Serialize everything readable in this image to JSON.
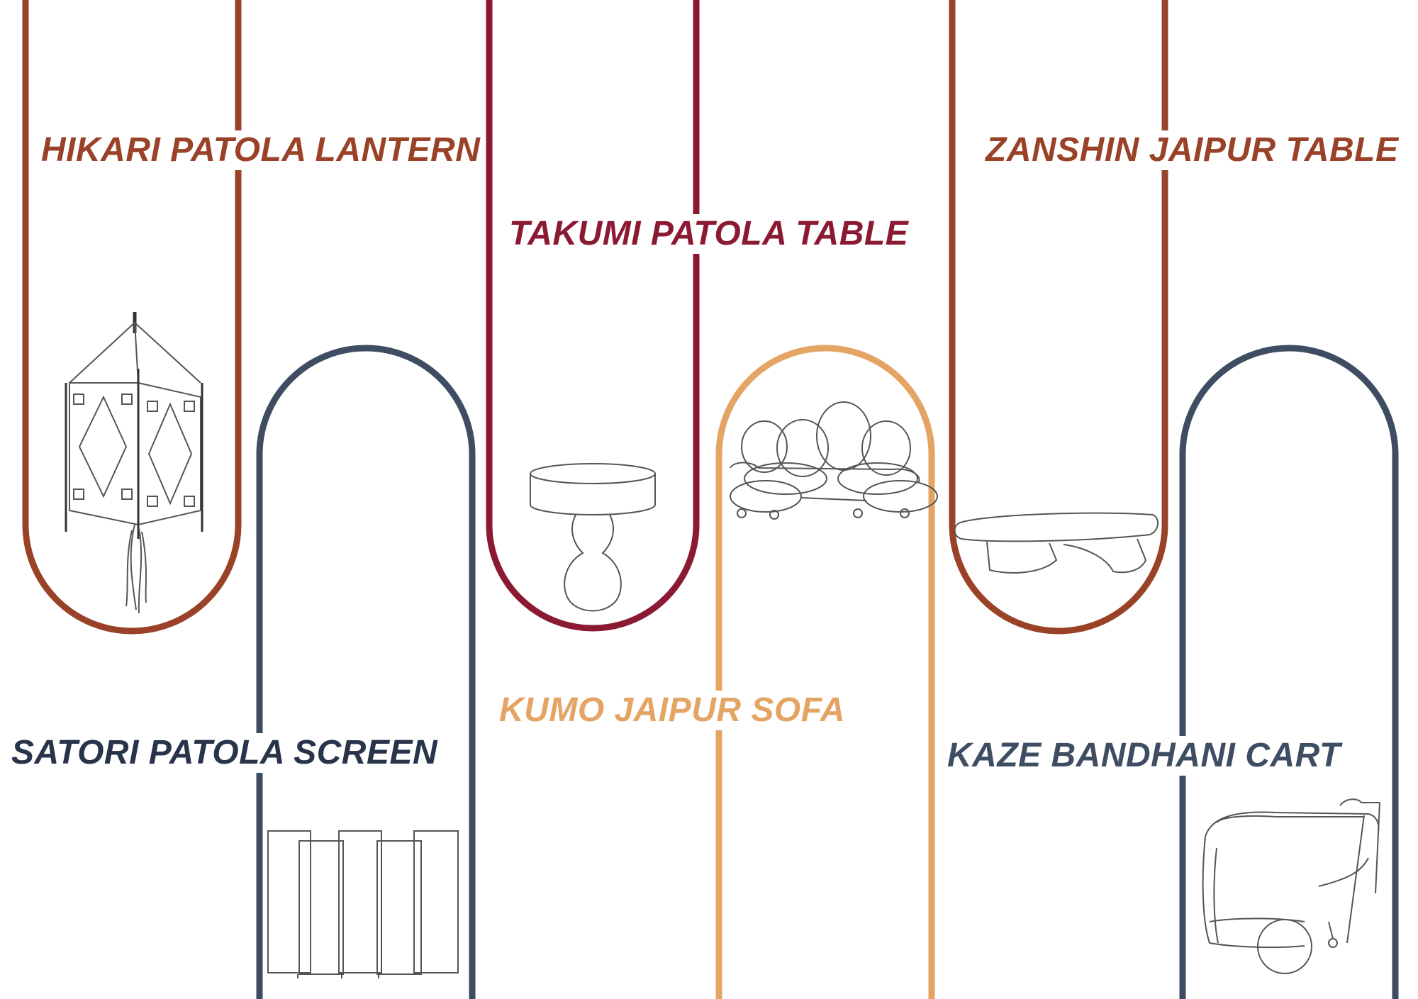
{
  "colors": {
    "rust": "#9a4228",
    "crimson": "#8a1a32",
    "slate": "#3f4d63",
    "ochre": "#e3a464",
    "navy": "#27344a",
    "sketch": "#555555"
  },
  "products": {
    "hikari": {
      "name": "HIKARI PATOLA LANTERN",
      "color": "#9a4228",
      "icon": "lantern-sketch"
    },
    "satori": {
      "name": "SATORI PATOLA SCREEN",
      "color": "#27344a",
      "icon": "folding-screen-sketch"
    },
    "takumi": {
      "name": "TAKUMI PATOLA TABLE",
      "color": "#8a1a32",
      "icon": "pedestal-table-sketch"
    },
    "kumo": {
      "name": "KUMO JAIPUR SOFA",
      "color": "#e3a464",
      "icon": "cloud-sofa-sketch"
    },
    "zanshin": {
      "name": "ZANSHIN JAIPUR TABLE",
      "color": "#9a4228",
      "icon": "low-table-sketch"
    },
    "kaze": {
      "name": "KAZE BANDHANI CART",
      "color": "#3f4d63",
      "icon": "bar-cart-sketch"
    }
  }
}
